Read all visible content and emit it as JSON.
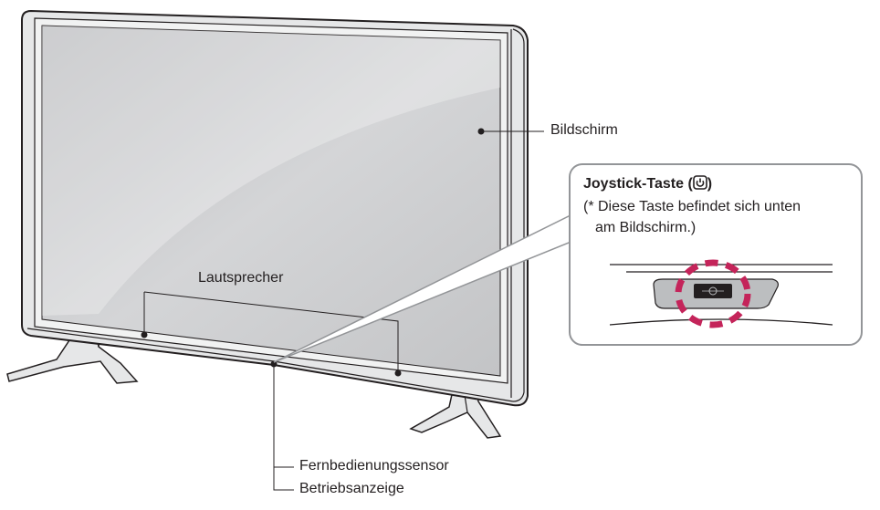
{
  "labels": {
    "screen": "Bildschirm",
    "speaker": "Lautsprecher",
    "remote_sensor": "Fernbedienungssensor",
    "power_indicator": "Betriebsanzeige"
  },
  "callout": {
    "title": "Joystick-Taste",
    "power_symbol_open": "(",
    "power_symbol_close": ")",
    "note_line1": "(* Diese Taste befindet sich unten",
    "note_line2": "am Bildschirm.)"
  },
  "colors": {
    "outline": "#231f20",
    "screen_fill": "#c8c9cb",
    "frame": "#e6e7e8",
    "highlight": "#c4245a",
    "callout_border": "#939598"
  },
  "icons": {
    "power_button": "power-icon"
  }
}
